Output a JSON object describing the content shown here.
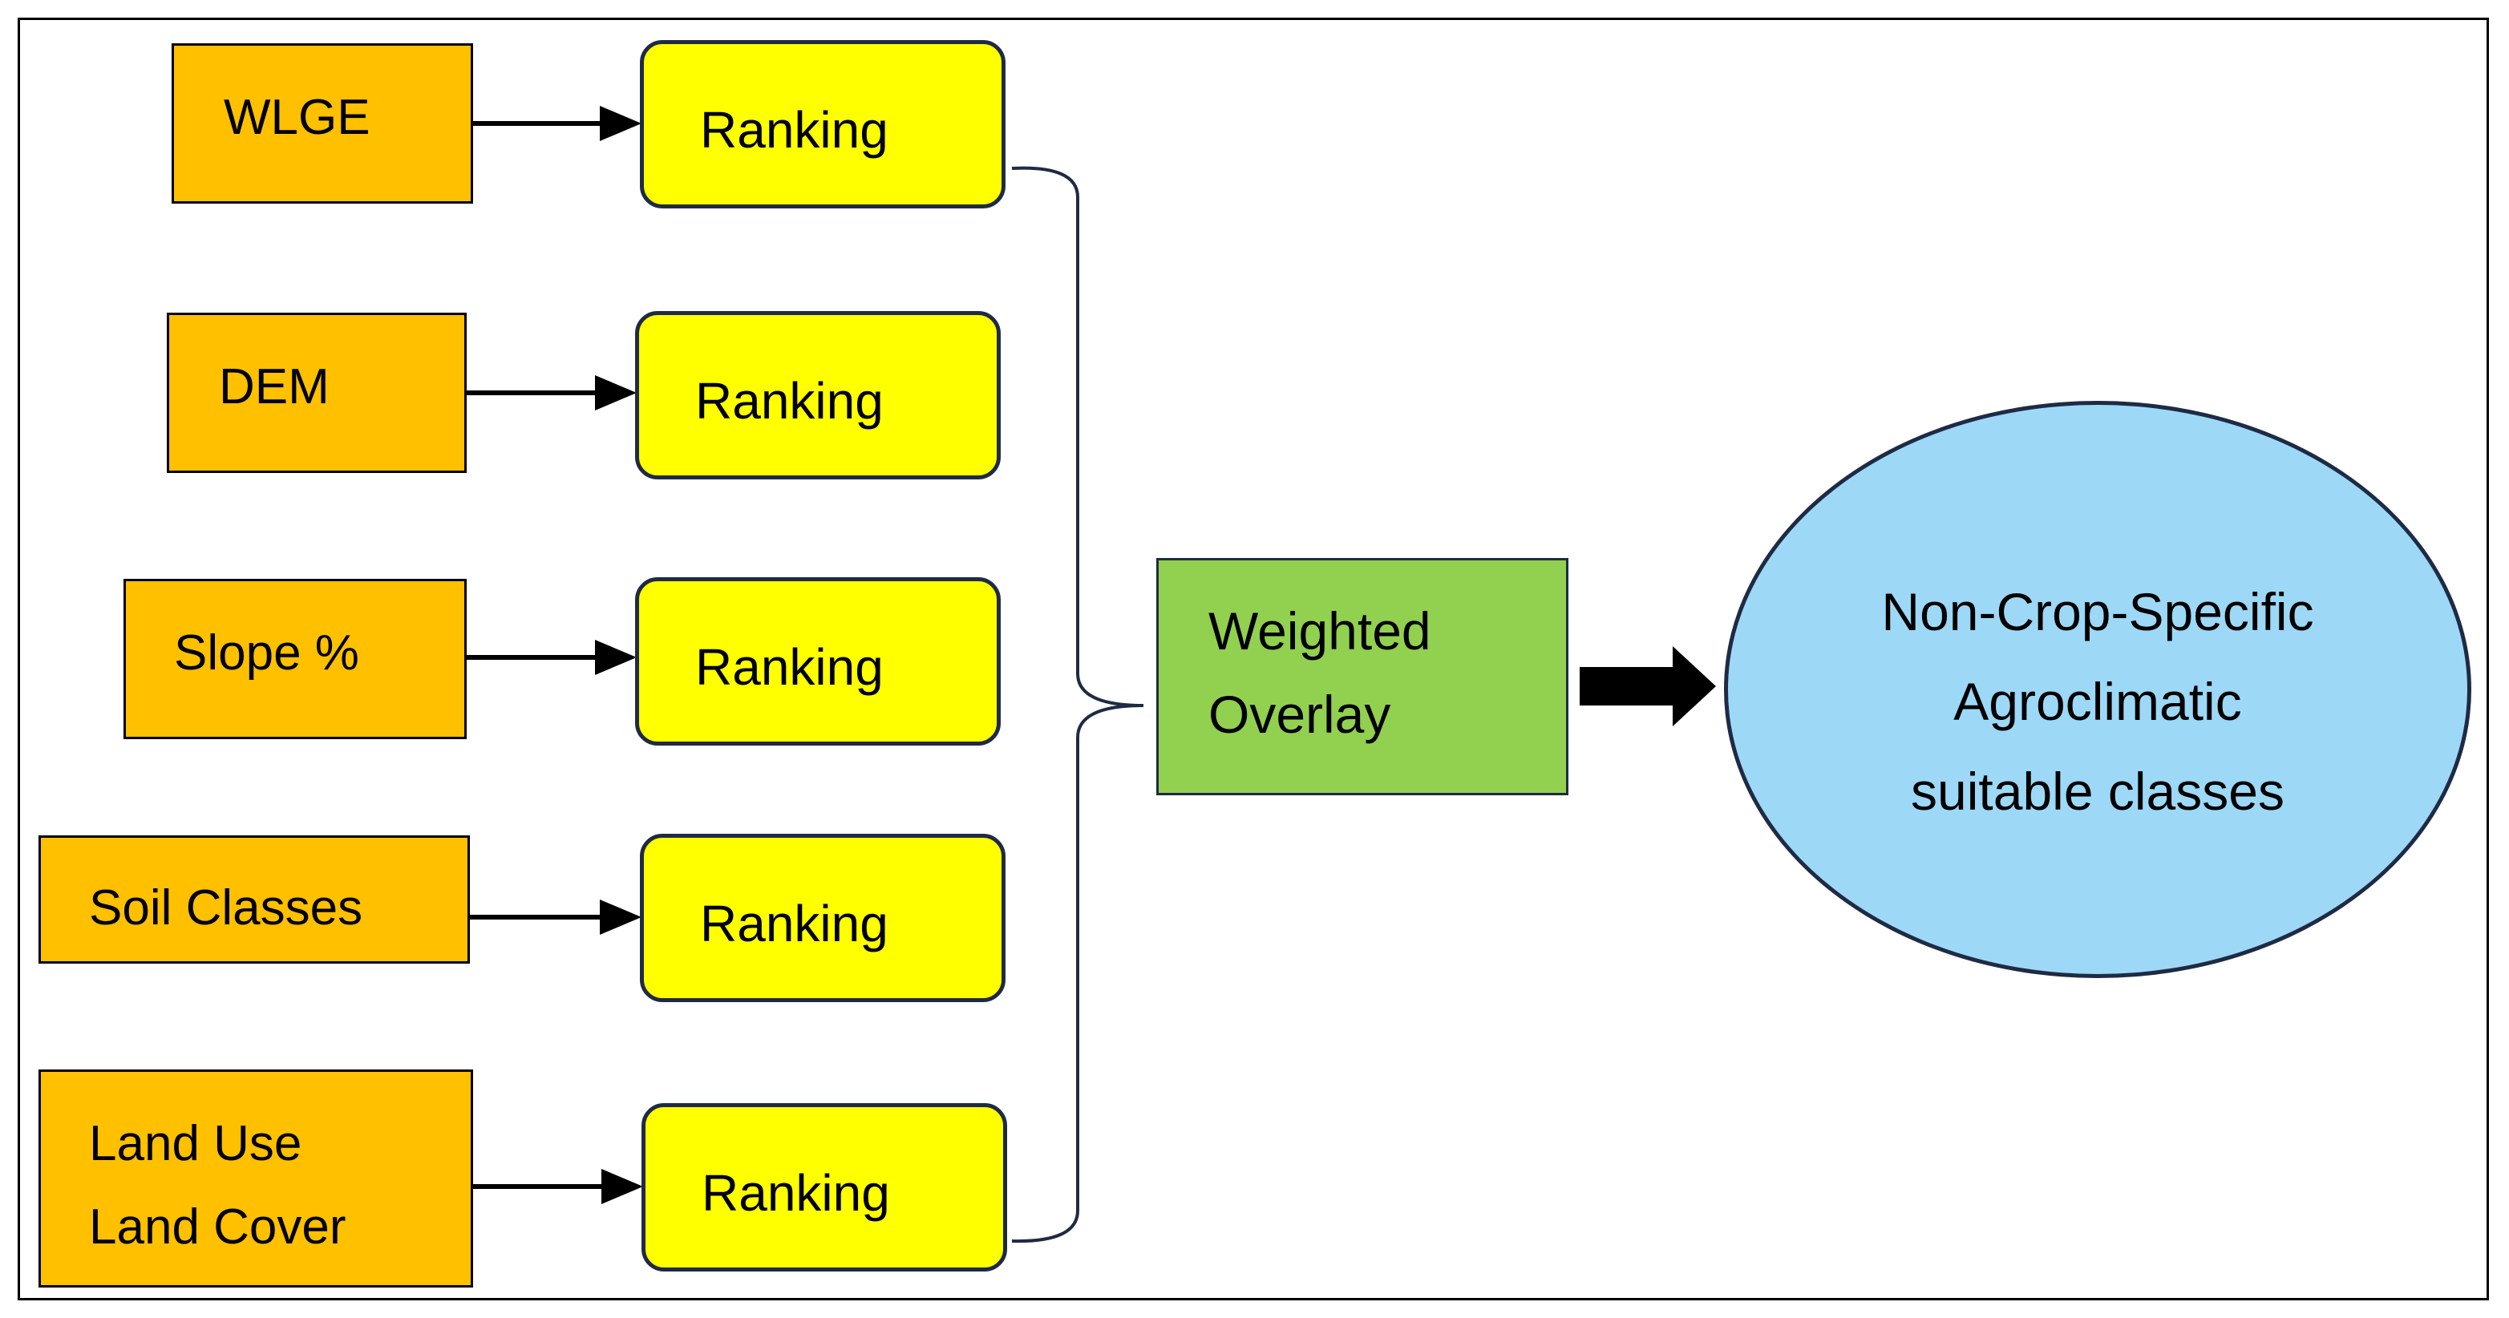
{
  "inputs": [
    {
      "lines": [
        "WLGE"
      ]
    },
    {
      "lines": [
        "DEM"
      ]
    },
    {
      "lines": [
        "Slope %"
      ]
    },
    {
      "lines": [
        "Soil Classes"
      ]
    },
    {
      "lines": [
        "Land Use",
        "Land Cover"
      ]
    }
  ],
  "ranking": [
    {
      "label": "Ranking"
    },
    {
      "label": "Ranking"
    },
    {
      "label": "Ranking"
    },
    {
      "label": "Ranking"
    },
    {
      "label": "Ranking"
    }
  ],
  "overlay": {
    "lines": [
      "Weighted",
      "Overlay"
    ]
  },
  "result": {
    "lines": [
      "Non-Crop-Specific",
      "Agroclimatic",
      "suitable classes"
    ]
  },
  "colors": {
    "input_fill": "#FFC000",
    "ranking_fill": "#FFFF00",
    "overlay_fill": "#92D050",
    "result_fill": "#9DD9F7",
    "outline": "#1F2A44"
  }
}
